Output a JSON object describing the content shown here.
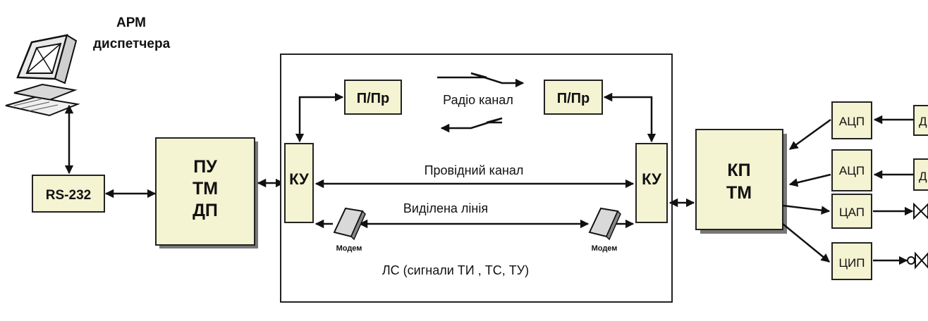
{
  "workstation": {
    "label_line1": "АРМ",
    "label_line2": "диспетчера"
  },
  "rs232": {
    "label": "RS-232"
  },
  "control_point": {
    "line1": "ПУ",
    "line2": "ТМ",
    "line3": "ДП"
  },
  "radio": {
    "left_box": "П/Пр",
    "right_box": "П/Пр",
    "channel_label": "Радіо канал"
  },
  "channels": {
    "wired_label": "Провідний канал",
    "dedicated_label": "Виділена лінія",
    "comm_left": "КУ",
    "comm_right": "КУ",
    "modem_left": "Модем",
    "modem_right": "Модем",
    "signals_label": "ЛС  (сигнали ТИ , ТС, ТУ)"
  },
  "controlled_point": {
    "line1": "КП",
    "line2": "ТМ"
  },
  "converters": [
    {
      "label": "АЦП",
      "target": "Д"
    },
    {
      "label": "АЦП",
      "target": "Д"
    },
    {
      "label": "ЦАП",
      "target": "valve"
    },
    {
      "label": "ЦИП",
      "target": "valve"
    }
  ],
  "colors": {
    "box_fill": "#f4f3d2",
    "stroke": "#222222",
    "background": "#ffffff"
  }
}
